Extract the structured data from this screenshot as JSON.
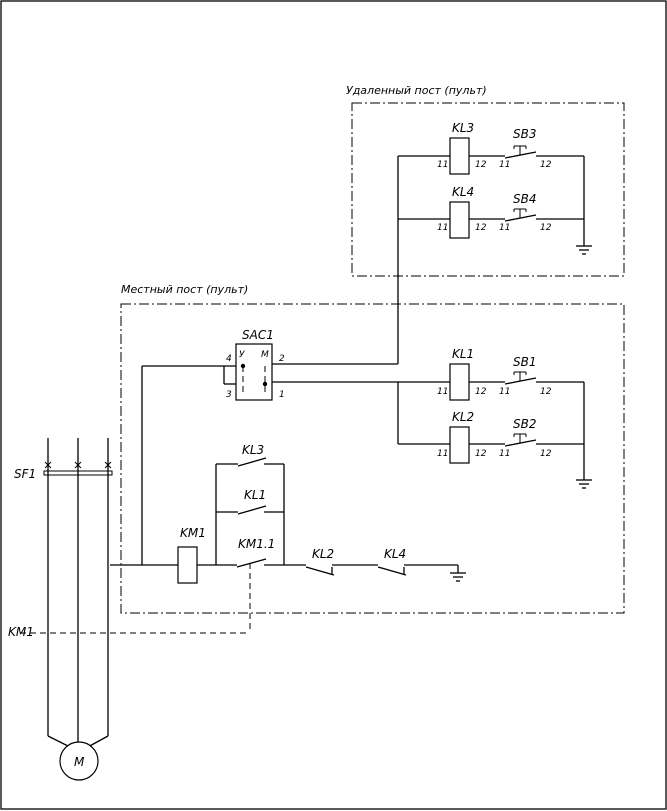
{
  "panels": {
    "remote_title": "Удаленный пост (пульт)",
    "local_title": "Местный пост (пульт)"
  },
  "relays": {
    "kl1": "KL1",
    "kl2": "KL2",
    "kl3": "KL3",
    "kl4": "KL4",
    "km1": "KM1"
  },
  "buttons": {
    "sb1": "SB1",
    "sb2": "SB2",
    "sb3": "SB3",
    "sb4": "SB4"
  },
  "contacts": {
    "kl3": "KL3",
    "kl1": "KL1",
    "km11": "KM1.1",
    "kl2": "KL2",
    "kl4": "KL4"
  },
  "switch": {
    "name": "SAC1",
    "pos_u": "У",
    "pos_m": "М",
    "pin1": "1",
    "pin2": "2",
    "pin3": "3",
    "pin4": "4"
  },
  "pins": {
    "p11": "11",
    "p12": "12"
  },
  "power": {
    "breaker": "SF1",
    "contactor": "KM1",
    "motor": "M"
  }
}
